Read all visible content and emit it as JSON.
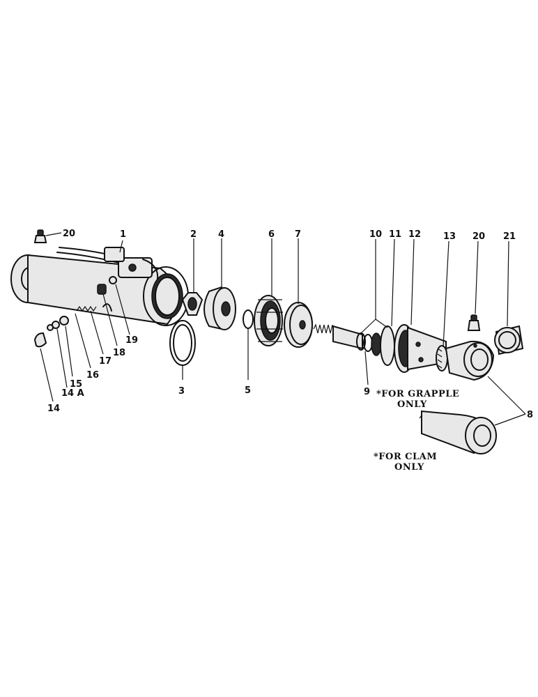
{
  "callouts": {
    "n1": "1",
    "n2": "2",
    "n3": "3",
    "n4": "4",
    "n5": "5",
    "n6": "6",
    "n7": "7",
    "n8": "8",
    "n9": "9",
    "n10": "10",
    "n11": "11",
    "n12": "12",
    "n13": "13",
    "n14": "14",
    "n14a": "14 A",
    "n15": "15",
    "n16": "16",
    "n17": "17",
    "n18": "18",
    "n19": "19",
    "n20a": "20",
    "n20b": "20",
    "n21": "21"
  },
  "notes": {
    "grapple_line1": "*FOR GRAPPLE",
    "grapple_line2": "ONLY",
    "clam_line1": "*FOR CLAM",
    "clam_line2": "ONLY"
  }
}
